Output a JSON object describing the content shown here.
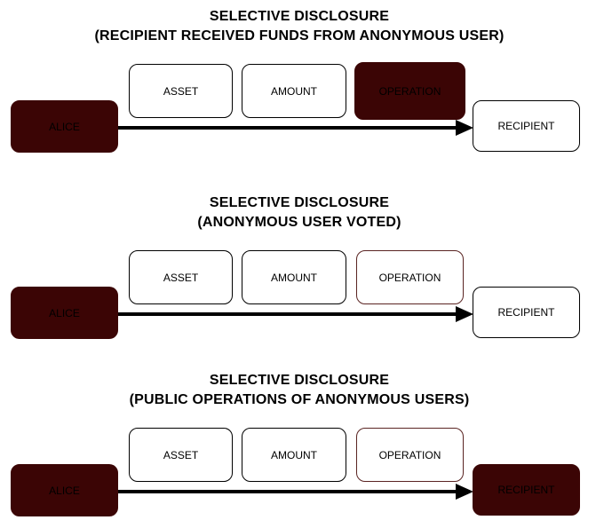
{
  "page": {
    "background": "#ffffff"
  },
  "colors": {
    "dark_box_fill": "#3b0505",
    "dark_box_text": "#000000",
    "light_box_border": "#000000",
    "highlight_outline_border": "#5a2422",
    "arrow": "#000000",
    "title_text": "#000000"
  },
  "sections": [
    {
      "title_line1": "SELECTIVE DISCLOSURE",
      "title_line2": "(RECIPIENT RECEIVED FUNDS FROM ANONYMOUS USER)",
      "nodes": {
        "alice": "ALICE",
        "asset": "ASSET",
        "amount": "AMOUNT",
        "operation": "OPERATION",
        "recipient": "RECIPIENT"
      },
      "highlighted_nodes": [
        "ALICE",
        "OPERATION"
      ],
      "edge": {
        "from": "ALICE",
        "to": "RECIPIENT"
      }
    },
    {
      "title_line1": "SELECTIVE DISCLOSURE",
      "title_line2": "(ANONYMOUS USER VOTED)",
      "nodes": {
        "alice": "ALICE",
        "asset": "ASSET",
        "amount": "AMOUNT",
        "operation": "OPERATION",
        "recipient": "RECIPIENT"
      },
      "highlighted_nodes": [
        "ALICE"
      ],
      "edge": {
        "from": "ALICE",
        "to": "RECIPIENT"
      }
    },
    {
      "title_line1": "SELECTIVE DISCLOSURE",
      "title_line2": "(PUBLIC OPERATIONS OF ANONYMOUS USERS)",
      "nodes": {
        "alice": "ALICE",
        "asset": "ASSET",
        "amount": "AMOUNT",
        "operation": "OPERATION",
        "recipient": "RECIPIENT"
      },
      "highlighted_nodes": [
        "ALICE",
        "RECIPIENT"
      ],
      "edge": {
        "from": "ALICE",
        "to": "RECIPIENT"
      }
    }
  ]
}
